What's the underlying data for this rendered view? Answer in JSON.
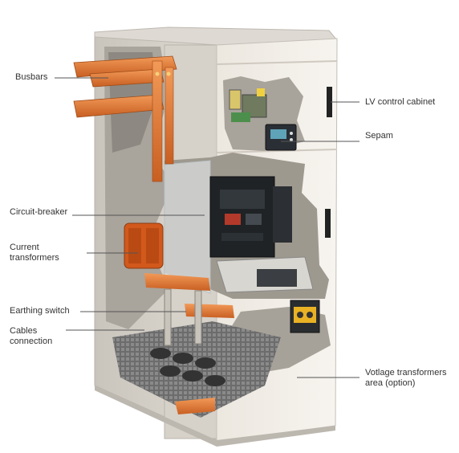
{
  "labels": {
    "busbars": "Busbars",
    "lv_control_cabinet": "LV control cabinet",
    "sepam": "Sepam",
    "circuit_breaker": "Circuit-breaker",
    "current_transformers_1": "Current",
    "current_transformers_2": "transformers",
    "earthing_switch": "Earthing switch",
    "cables_connection_1": "Cables",
    "cables_connection_2": "connection",
    "voltage_transformers_1": "Votlage transformers",
    "voltage_transformers_2": "area (option)"
  },
  "colors": {
    "copper": "#e0762f",
    "cabinet": "#f2ede6",
    "frame": "#d8d3cb",
    "interior": "#b7b2aa",
    "leader": "#555555",
    "text": "#333333"
  }
}
